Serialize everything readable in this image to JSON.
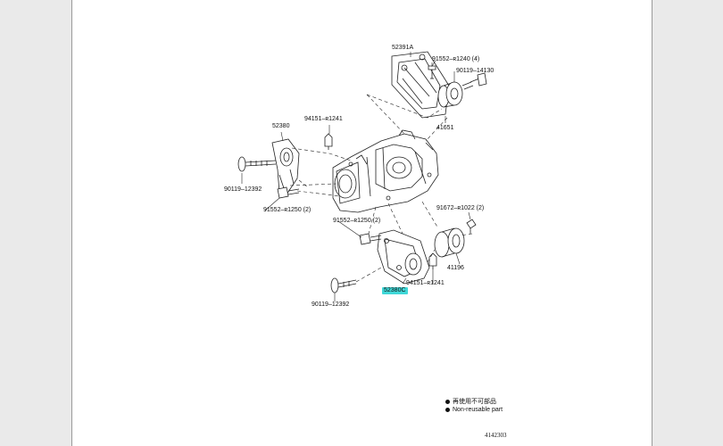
{
  "parts": {
    "p52391a": "52391A",
    "p91552_4": "91552–ʀ1240 (4)",
    "p90119_14130": "90119–14130",
    "p41651": "41651",
    "p52380": "52380",
    "p94151_top": "94151–ʀ1241",
    "p90119_left": "90119–12392",
    "p91552_2_left": "91552–ʀ1250 (2)",
    "p91552_2_mid": "91552–ʀ1250 (2)",
    "p91672": "91672–ʀ1022 (2)",
    "p41196": "41196",
    "p94151_bottom": "94151–ʀ1241",
    "p52380c": "52380C",
    "p90119_bottom": "90119–12392"
  },
  "legend": {
    "line1": "再使用不可部品",
    "line2": "Non-reusable part"
  },
  "figure_code": "4142303",
  "colors": {
    "highlight": "#40d8d8",
    "ink": "#111111"
  }
}
